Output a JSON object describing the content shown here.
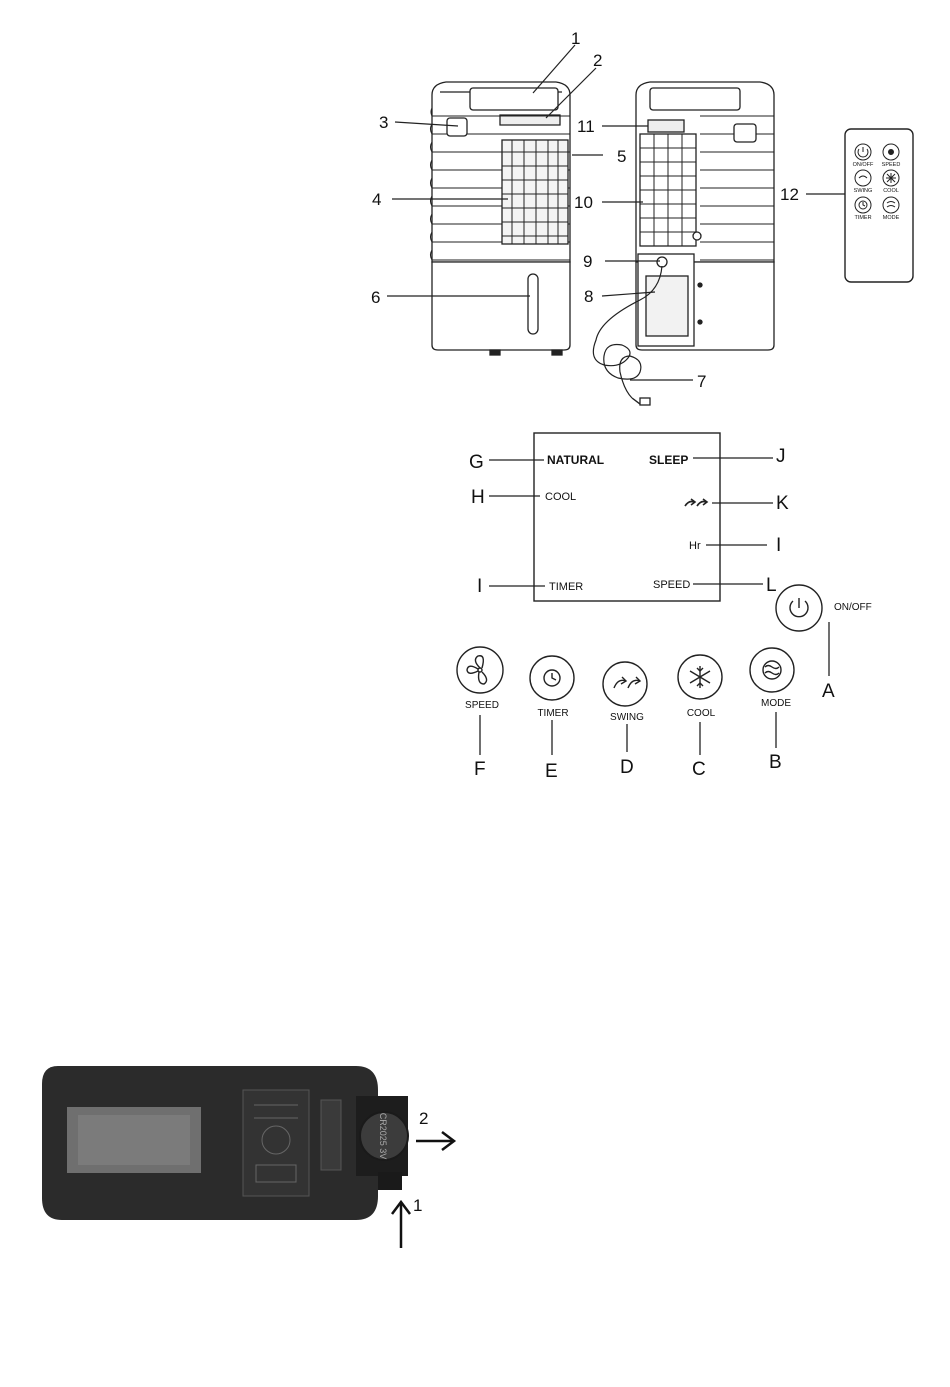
{
  "callouts": {
    "c1": "1",
    "c2": "2",
    "c3": "3",
    "c4": "4",
    "c5": "5",
    "c6": "6",
    "c7": "7",
    "c8": "8",
    "c9": "9",
    "c10": "10",
    "c11": "11",
    "c12": "12"
  },
  "remote_buttons": {
    "onoff": "ON/OFF",
    "speed": "SPEED",
    "swing": "SWING",
    "cool": "COOL",
    "timer": "TIMER",
    "mode": "MODE"
  },
  "lcd": {
    "natural": "NATURAL",
    "sleep": "SLEEP",
    "cool": "COOL",
    "hr": "Hr",
    "timer": "TIMER",
    "speed": "SPEED"
  },
  "lcd_letters": {
    "g": "G",
    "j": "J",
    "h": "H",
    "k": "K",
    "i_right": "I",
    "i_left": "I",
    "l": "L"
  },
  "panel_buttons": {
    "onoff": "ON/OFF",
    "speed": "SPEED",
    "timer": "TIMER",
    "swing": "SWING",
    "cool": "COOL",
    "mode": "MODE"
  },
  "panel_letters": {
    "a": "A",
    "b": "B",
    "c": "C",
    "d": "D",
    "e": "E",
    "f": "F"
  },
  "battery_steps": {
    "step1": "1",
    "step2": "2"
  },
  "battery_texts": {
    "cell": "CR2025 3V"
  }
}
